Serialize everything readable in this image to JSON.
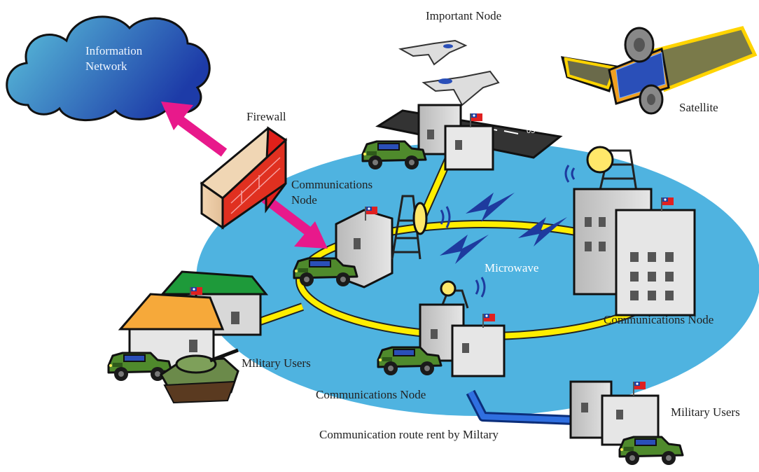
{
  "labels": {
    "information_network": "Information\nNetwork",
    "firewall": "Firewall",
    "important_node": "Important Node",
    "satellite": "Satellite",
    "comm_node_left": "Communications\nNode",
    "microwave": "Microwave",
    "comm_node_right": "Communications Node",
    "military_users_left": "Military Users",
    "comm_node_bottom": "Communications Node",
    "military_users_right": "Military Users",
    "rented_route": "Communication route rent by Miltary"
  },
  "colors": {
    "ellipse": "#4fb3e0",
    "ring": "#ffee00",
    "arrow": "#e8198b",
    "cloud_dark": "#1e3fa8",
    "cloud_light": "#56c0dc",
    "route": "#1f5fcf",
    "lightning": "#1e3a9e",
    "building": "#d8d8d8",
    "vehicle": "#4f8a2c",
    "flag_red": "#e02020",
    "flag_blue": "#1f3fa0"
  }
}
